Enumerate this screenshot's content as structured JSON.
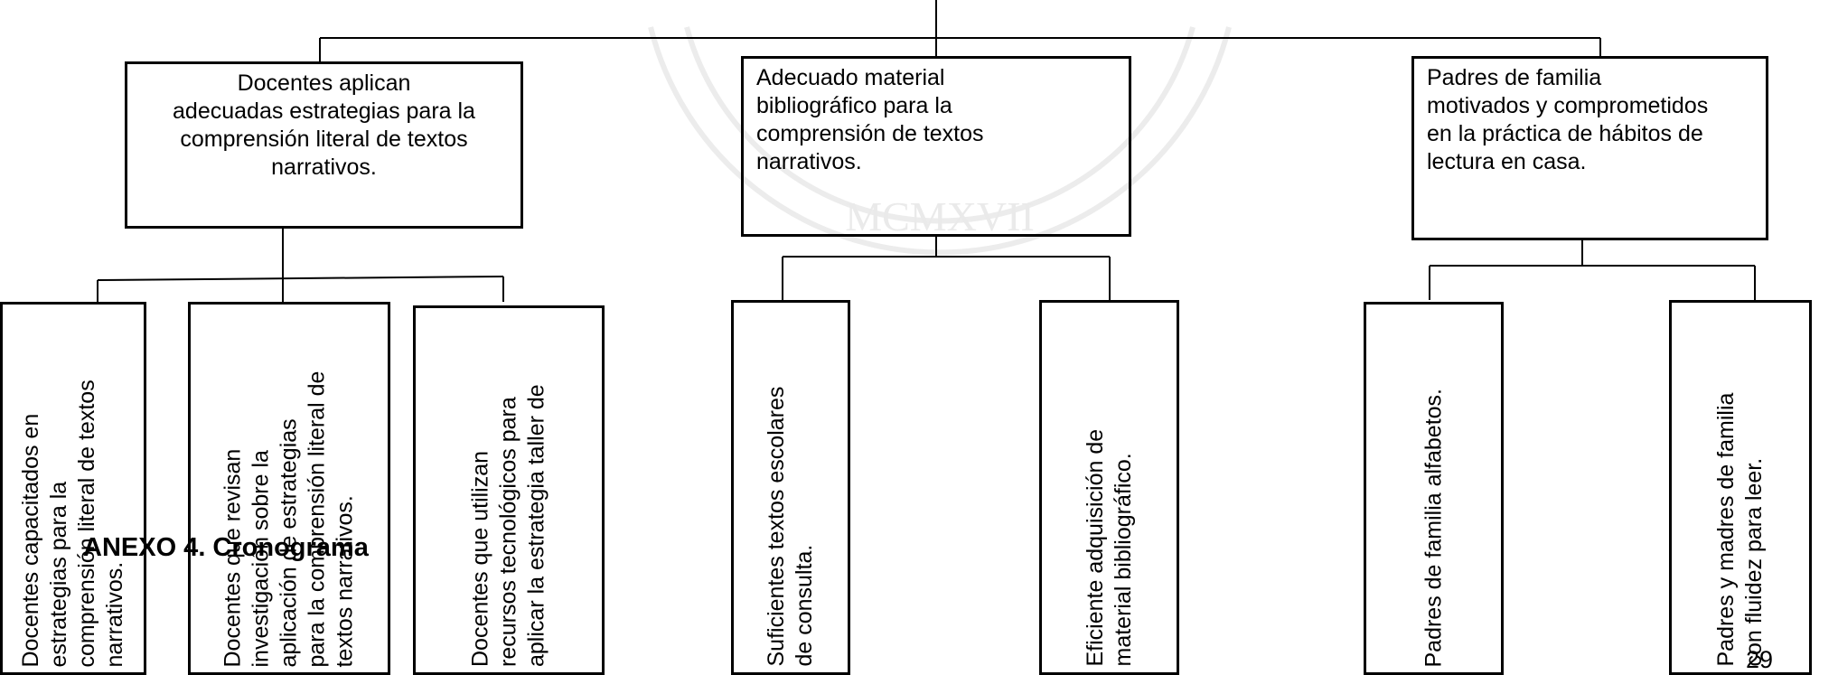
{
  "watermark": {
    "text": "MCMXVII"
  },
  "top_boxes": [
    {
      "text": "        Docentes aplican\nadecuadas estrategias para la\ncomprensión literal de textos\nnarrativos."
    },
    {
      "text": "         Adecuado material\nbibliográfico para la\ncomprensión de textos\nnarrativos."
    },
    {
      "text": "      Padres de familia\nmotivados y comprometidos\nen la práctica de hábitos de\nlectura en casa."
    }
  ],
  "bottom_boxes": [
    {
      "text": "Docentes  capacitados en\nestrategias para  la\ncomprensión literal de textos\nnarrativos."
    },
    {
      "text": "Docentes que revisan\ninvestigación sobre la\naplicación de estrategias\npara la comprensión literal de\ntextos narrativos."
    },
    {
      "text": "Docentes que utilizan\nrecursos tecnológicos para\naplicar la estrategia taller de"
    },
    {
      "text": "Suficientes textos escolares\nde consulta."
    },
    {
      "text": "Eficiente adquisición de\nmaterial bibliográfico."
    },
    {
      "text": "Padres de familia  alfabetos."
    },
    {
      "text": "Padres  y madres de familia\ncon fluidez para leer."
    }
  ],
  "annex_title": "ANEXO 4. Cronograma",
  "page_number": "29"
}
